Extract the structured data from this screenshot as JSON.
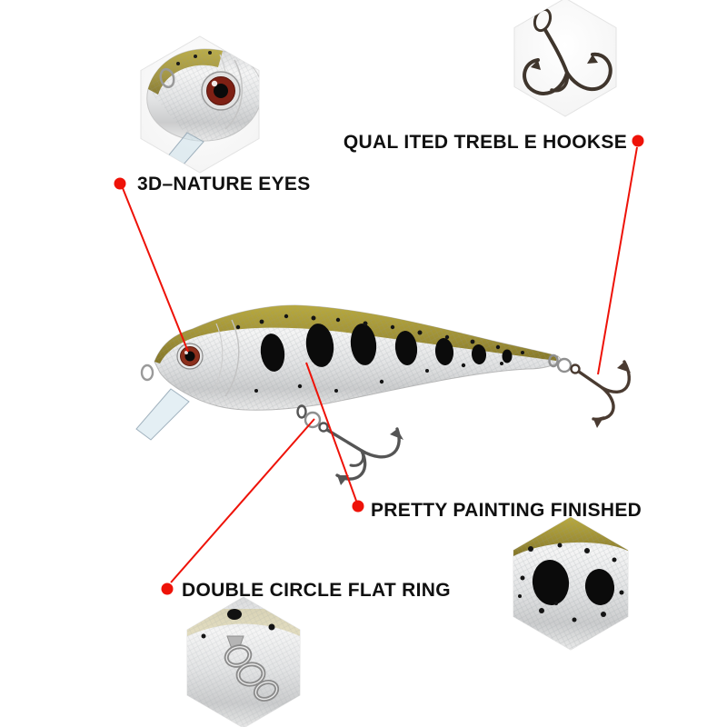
{
  "labels": {
    "eyes": "3D–NATURE EYES",
    "hooks": "QUAL ITED TREBL E HOOKSE",
    "painting": "PRETTY PAINTING FINISHED",
    "ring": "DOUBLE CIRCLE FLAT RING"
  },
  "colors": {
    "annotation_red": "#ee1208",
    "label_text": "#101010",
    "lure_back_olive": "#a8982c",
    "lure_flank_silver": "#e6e6e6",
    "spots_black": "#0b0b0b",
    "hook_metal": "#4a3b31"
  }
}
